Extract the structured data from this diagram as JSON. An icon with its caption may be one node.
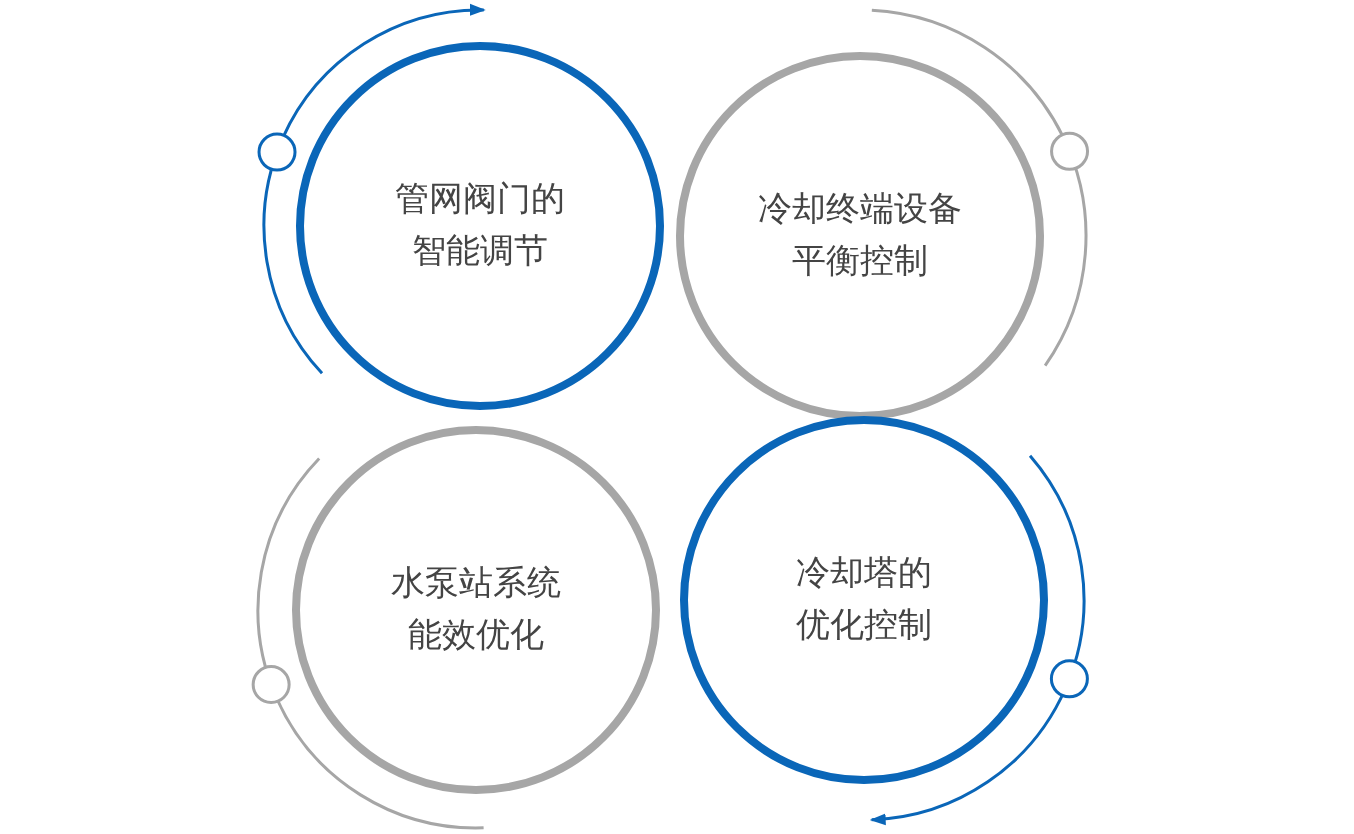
{
  "diagram": {
    "nodes": [
      {
        "text": [
          "管网阀门的智能调节"
        ]
      },
      {
        "text": [
          "冷却终端设备平衡控制"
        ]
      },
      {
        "text": [
          "水泵站系统能效优化"
        ]
      },
      {
        "text": [
          "冷却塔的优化控制"
        ]
      }
    ]
  }
}
